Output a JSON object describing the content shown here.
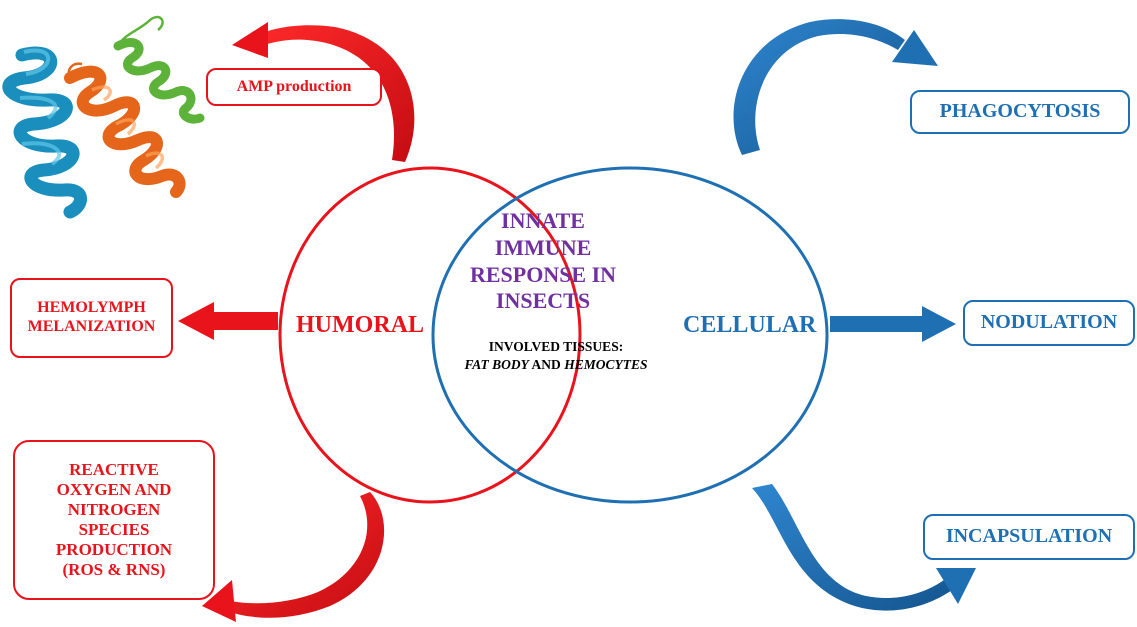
{
  "center": {
    "title_lines": [
      "INNATE",
      "IMMUNE",
      "RESPONSE IN",
      "INSECTS"
    ],
    "tissues_label": "INVOLVED TISSUES:",
    "tissues_value": {
      "fat_body": "FAT BODY",
      "and": " AND ",
      "hemocytes": "HEMOCYTES"
    }
  },
  "humoral": {
    "label": "HUMORAL",
    "outputs": {
      "amp": "AMP production",
      "hemolymph_lines": [
        "HEMOLYMPH",
        "MELANIZATION"
      ],
      "ros_lines": [
        "REACTIVE",
        "OXYGEN AND",
        "NITROGEN",
        "SPECIES",
        "PRODUCTION",
        "(ROS & RNS)"
      ]
    }
  },
  "cellular": {
    "label": "CELLULAR",
    "outputs": {
      "phagocytosis": "PHAGOCYTOSIS",
      "nodulation": "NODULATION",
      "incapsulation": "INCAPSULATION"
    }
  },
  "colors": {
    "humoral_red": "#e8131b",
    "cellular_blue": "#1f6fb3",
    "center_purple": "#7030a0"
  },
  "icons": [
    "amp-protein-structure-icon",
    "curved-arrow-icon",
    "straight-arrow-icon"
  ]
}
